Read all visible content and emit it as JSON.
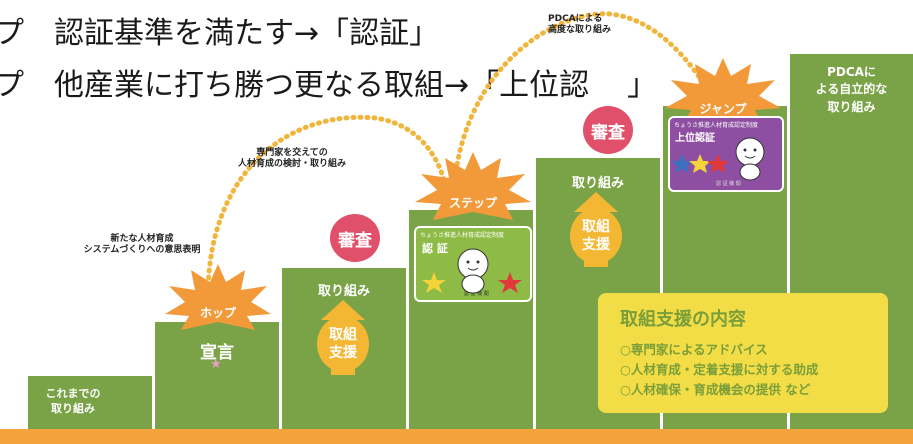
{
  "headings": {
    "line1": "プ　認証基準を満たす→「認証」",
    "line2": "プ　他産業に打ち勝つ更なる取組→「上位認",
    "line2_tail": "」"
  },
  "steps": {
    "s1": "これまでの\n取り組み",
    "s2_label": "宣言",
    "s3_label": "取り組み",
    "s5_label": "取り組み",
    "s7_label": "PDCAに\nよる自立的な\n取り組み"
  },
  "arrows": {
    "support_text": "取組\n支援"
  },
  "bursts": {
    "hop": "ホップ",
    "step": "ステップ",
    "jump": "ジャンプ"
  },
  "review": "審査",
  "annotations": {
    "a1": "新たな人材育成\nシステムづくりへの意思表明",
    "a2": "専門家を交えての\n人材育成の検討・取り組み",
    "a3": "PDCAによる\n高度な取り組み"
  },
  "cert_basic": {
    "header": "ちょうさ推進人材育成認定制度",
    "title": "認 証",
    "footer": "認 証 機 関"
  },
  "cert_advanced": {
    "header": "ちょうさ推進人材育成認定制度",
    "title": "上位認証",
    "footer": "認 証 機 関"
  },
  "support_box": {
    "title": "取組支援の内容",
    "items": [
      "○専門家によるアドバイス",
      "○人材育成・定着支援に対する助成",
      "○人材確保・育成機会の提供 など"
    ]
  },
  "colors": {
    "step_green": "#7aa246",
    "burst_orange": "#f29a3a",
    "review_pink": "#e0506a",
    "support_yellow": "#f2dd46",
    "dots_gold": "#f0b53c"
  }
}
